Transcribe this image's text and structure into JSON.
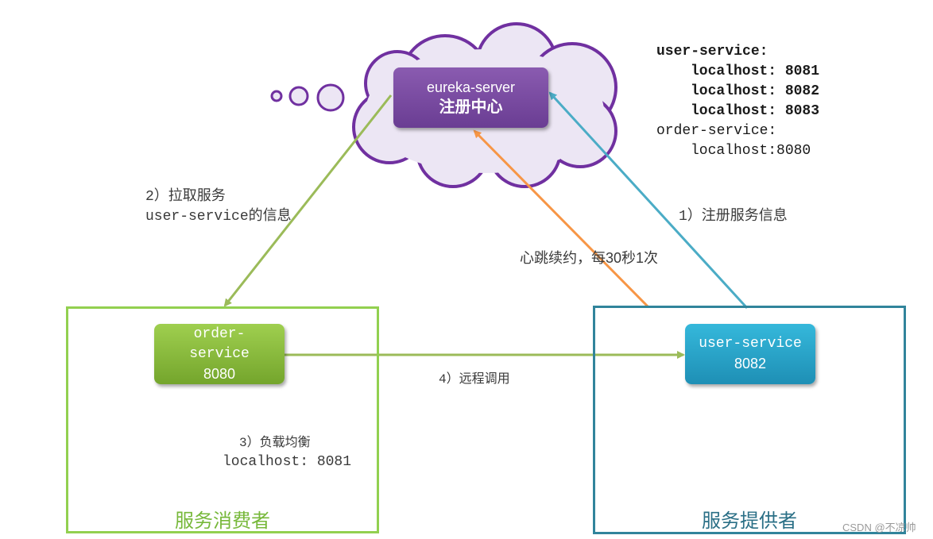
{
  "registry_server": {
    "name": "eureka-server",
    "subtitle": "注册中心"
  },
  "consumer_service": {
    "line1": "order-",
    "line2": "service",
    "line3": "8080"
  },
  "provider_service": {
    "line1": "user-service",
    "line2": "8082"
  },
  "consumer_group": {
    "title": "服务消费者"
  },
  "provider_group": {
    "title": "服务提供者"
  },
  "arrows": {
    "register": "1）注册服务信息",
    "pull_line1": "2）拉取服务",
    "pull_line2": "user-service的信息",
    "load_balance_line1": "3）负载均衡",
    "load_balance_line2": "localhost: 8081",
    "remote_call": "4）远程调用",
    "heartbeat": "心跳续约，每30秒1次"
  },
  "registry_table": {
    "user_service_key": "user-service:",
    "user_service_instances": [
      "localhost: 8081",
      "localhost: 8082",
      "localhost: 8083"
    ],
    "order_service_key": "order-service:",
    "order_service_instances": [
      "localhost:8080"
    ]
  },
  "watermark": "CSDN @不凉帅",
  "colors": {
    "registry_box": "#7b4ea3",
    "cloud_outline": "#7030a0",
    "cloud_fill": "#ece6f4",
    "consumer": "#92d050",
    "provider": "#31849b",
    "provider_box": "#2aa6cc",
    "heartbeat_arrow": "#f79646",
    "register_arrow": "#4bacc6",
    "pull_arrow": "#9bbb59"
  }
}
